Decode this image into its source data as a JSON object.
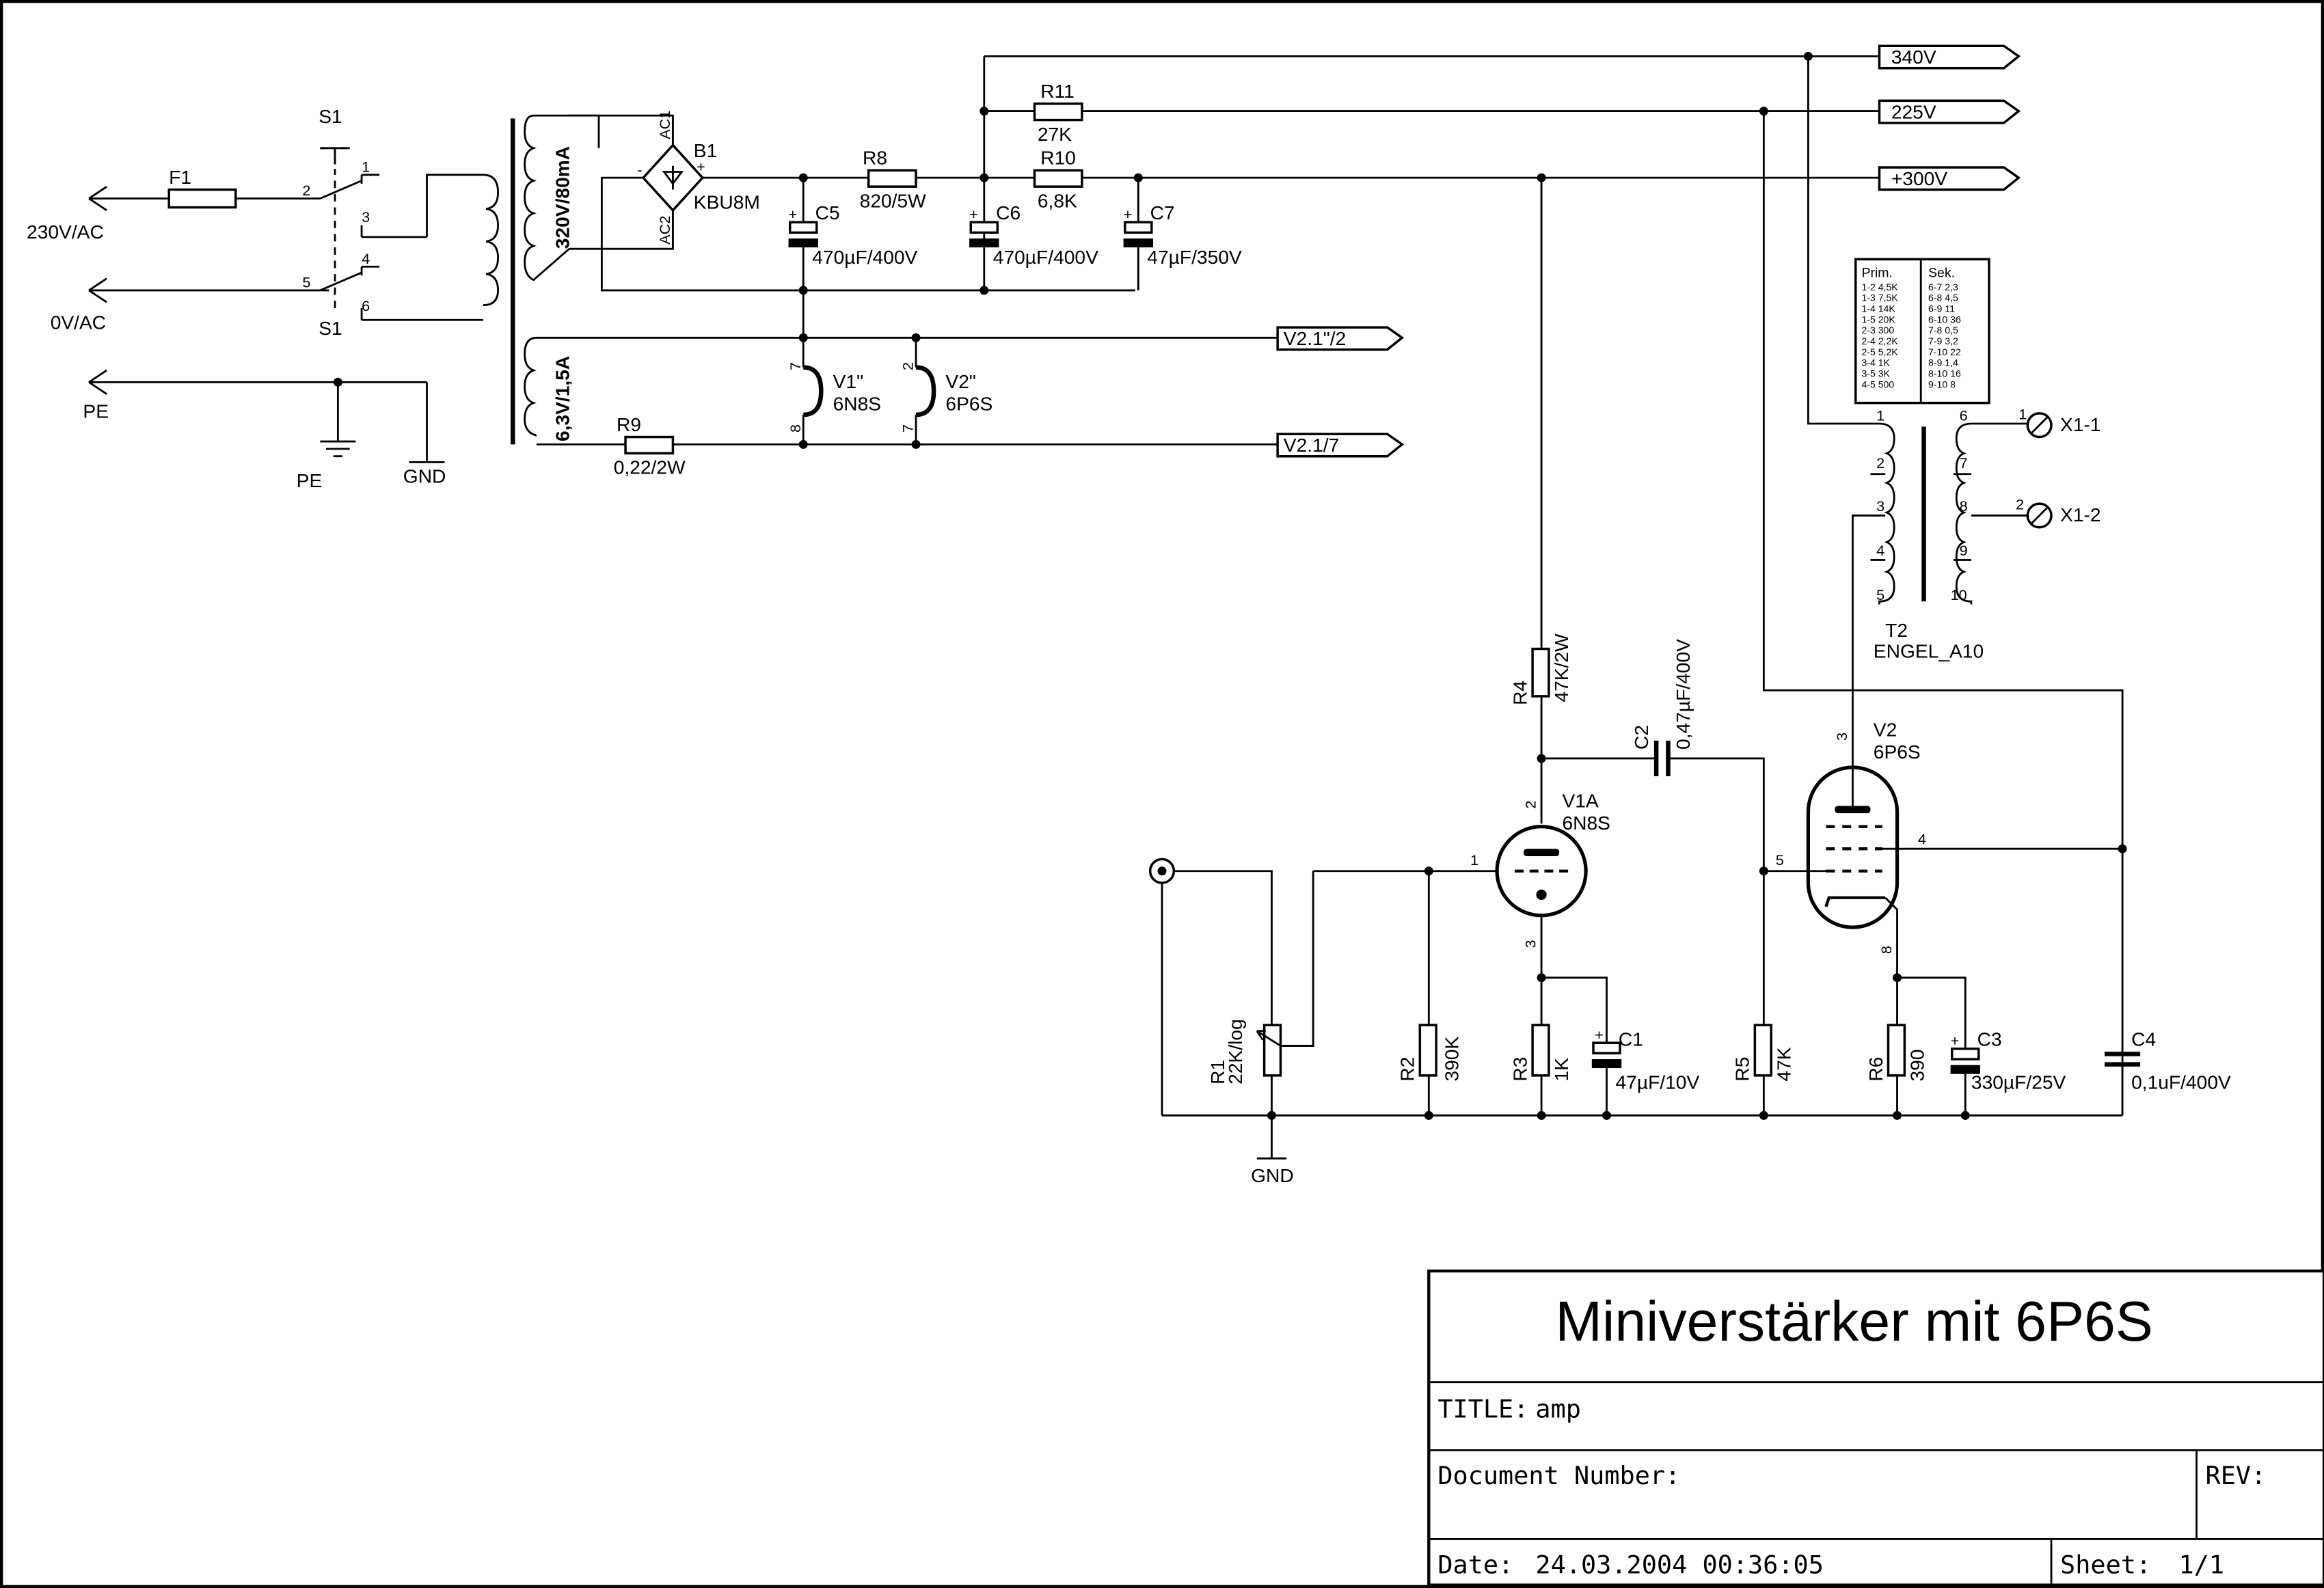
{
  "title_block": {
    "heading": "Miniverstärker mit 6P6S",
    "title_label": "TITLE:",
    "title_value": "amp",
    "document_number_label": "Document Number:",
    "rev_label": "REV:",
    "date_label": "Date:",
    "date_value": "24.03.2004 00:36:05",
    "sheet_label": "Sheet:",
    "sheet_value": "1/1"
  },
  "inputs": {
    "mains_hot": "230V/AC",
    "mains_neutral": "0V/AC",
    "protective_earth": "PE",
    "pe_symbol": "PE",
    "gnd_symbol": "GND",
    "gnd_amp": "GND"
  },
  "switch": {
    "ref_top": "S1",
    "ref_bottom": "S1",
    "pins": [
      "1",
      "2",
      "3",
      "4",
      "5",
      "6"
    ]
  },
  "fuse": {
    "ref": "F1"
  },
  "power_transformer": {
    "ht_winding": "320V/80mA",
    "heater_winding": "6,3V/1,5A"
  },
  "rectifier": {
    "ref": "B1",
    "part": "KBU8M",
    "ac1": "AC1",
    "ac2": "AC2",
    "plus": "+",
    "minus": "-"
  },
  "components": {
    "R8": {
      "ref": "R8",
      "value": "820/5W"
    },
    "R9": {
      "ref": "R9",
      "value": "0,22/2W"
    },
    "R10": {
      "ref": "R10",
      "value": "6,8K"
    },
    "R11": {
      "ref": "R11",
      "value": "27K"
    },
    "C5": {
      "ref": "C5",
      "value": "470µF/400V"
    },
    "C6": {
      "ref": "C6",
      "value": "470µF/400V"
    },
    "C7": {
      "ref": "C7",
      "value": "47µF/350V"
    },
    "R1": {
      "ref": "R1",
      "value": "22K/log"
    },
    "R2": {
      "ref": "R2",
      "value": "390K"
    },
    "R3": {
      "ref": "R3",
      "value": "1K"
    },
    "R4": {
      "ref": "R4",
      "value": "47K/2W"
    },
    "R5": {
      "ref": "R5",
      "value": "47K"
    },
    "R6": {
      "ref": "R6",
      "value": "390"
    },
    "C1": {
      "ref": "C1",
      "value": "47µF/10V"
    },
    "C2": {
      "ref": "C2",
      "value": "0,47µF/400V"
    },
    "C3": {
      "ref": "C3",
      "value": "330µF/25V"
    },
    "C4": {
      "ref": "C4",
      "value": "0,1uF/400V"
    }
  },
  "heaters": {
    "V1": {
      "ref": "V1\"",
      "type": "6N8S",
      "pin_a": "7",
      "pin_b": "8"
    },
    "V2": {
      "ref": "V2\"",
      "type": "6P6S",
      "pin_a": "2",
      "pin_b": "7"
    }
  },
  "tubes": {
    "V1A": {
      "ref": "V1A",
      "type": "6N8S",
      "pin_anode": "2",
      "pin_grid": "1",
      "pin_cathode": "3"
    },
    "V2": {
      "ref": "V2",
      "type": "6P6S",
      "pin_anode": "3",
      "pin_screen": "4",
      "pin_grid": "5",
      "pin_cathode": "8"
    }
  },
  "net_labels": {
    "v340": "340V",
    "v225": "225V",
    "v300": "+300V",
    "heater_a": "V2.1\"/2",
    "heater_b": "V2.1/7"
  },
  "output_transformer": {
    "ref": "T2",
    "part": "ENGEL_A10",
    "primary_pins": [
      "1",
      "2",
      "3",
      "4",
      "5"
    ],
    "secondary_pins": [
      "6",
      "7",
      "8",
      "9",
      "10"
    ],
    "table": {
      "prim_header": "Prim.",
      "sek_header": "Sek.",
      "prim": [
        "1-2 4,5K",
        "1-3 7,5K",
        "1-4 14K",
        "1-5 20K",
        "2-3 300",
        "2-4 2,2K",
        "2-5 5,2K",
        "3-4 1K",
        "3-5 3K",
        "4-5 500"
      ],
      "sek": [
        "6-7 2,3",
        "6-8 4,5",
        "6-9 11",
        "6-10 36",
        "7-8 0,5",
        "7-9 3,2",
        "7-10 22",
        "8-9 1,4",
        "8-10 16",
        "9-10 8"
      ]
    }
  },
  "output_terminals": {
    "x1_1": {
      "ref": "X1-1",
      "pin": "1"
    },
    "x1_2": {
      "ref": "X1-2",
      "pin": "2"
    }
  }
}
